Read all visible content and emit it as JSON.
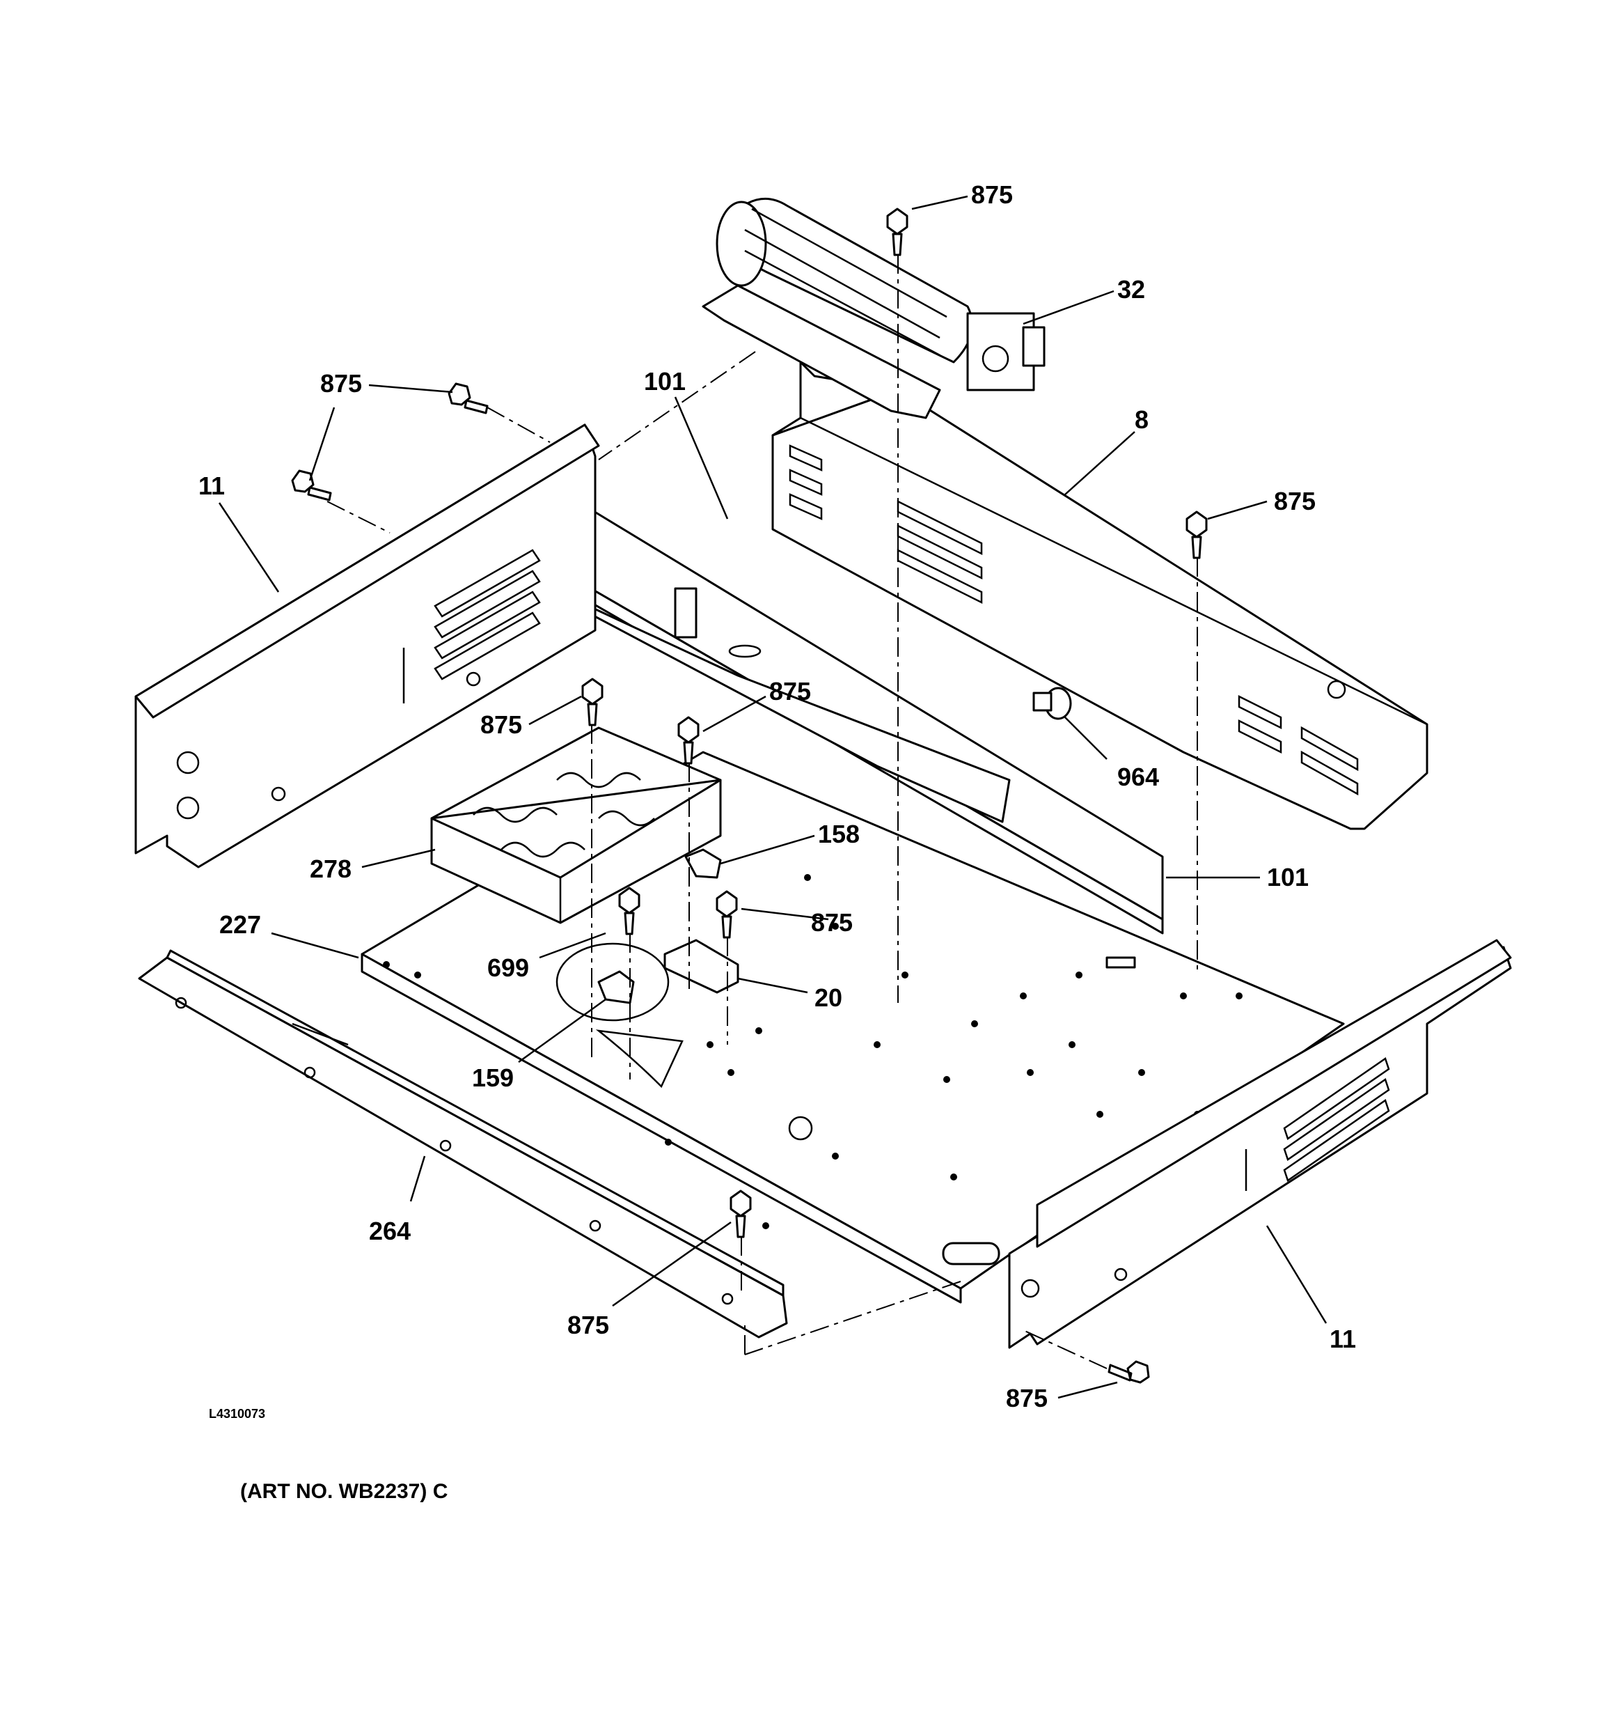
{
  "diagram": {
    "drawing_code": "L4310073",
    "art_number": "(ART NO. WB2237) C",
    "callouts": {
      "fan_screw": "875",
      "fan_assembly": "32",
      "left_top_screw_a": "875",
      "left_top_screw_b": "875",
      "baffle_top": "101",
      "rear_panel": "8",
      "right_rear_screw": "875",
      "left_side_panel": "11",
      "left_base_screw": "875",
      "center_screw": "875",
      "grommet": "964",
      "insulation": "278",
      "thermostat_158": "158",
      "baffle_right": "101",
      "bottom_panel": "227",
      "bracket_screw": "875",
      "screw_699": "699",
      "bracket": "20",
      "thermostat_159": "159",
      "front_rail": "264",
      "front_rail_screw": "875",
      "right_side_panel": "11",
      "right_side_screw": "875"
    }
  }
}
